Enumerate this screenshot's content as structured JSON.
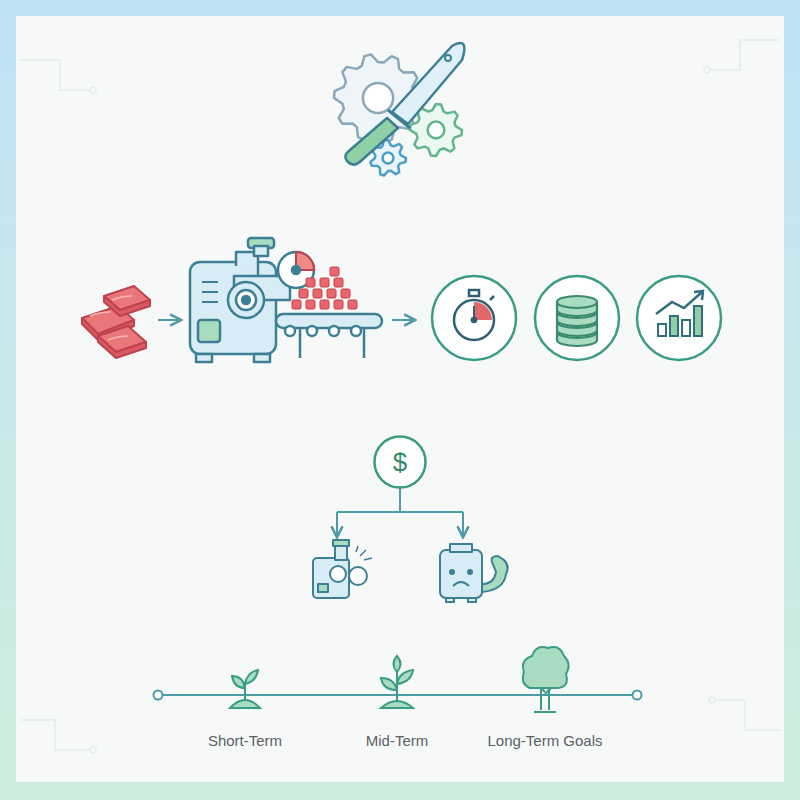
{
  "diagram": {
    "nodes": [
      {
        "text": [
          "$"
        ]
      }
    ],
    "labels": [
      "Short-Term",
      "Mid-Term",
      "Long-Term Goals"
    ]
  }
}
